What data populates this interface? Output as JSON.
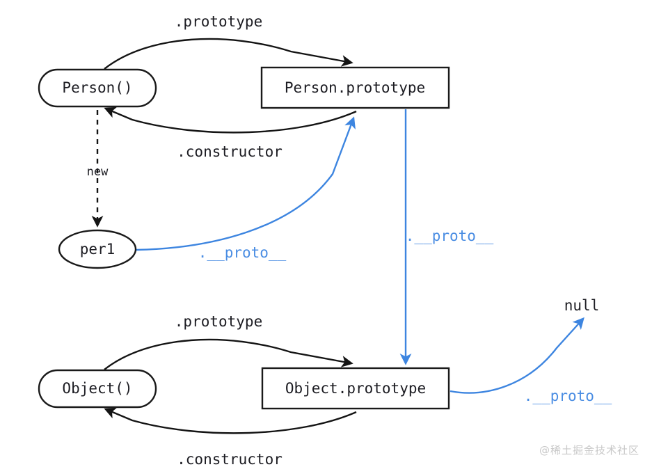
{
  "diagram": {
    "title": "JavaScript prototype chain diagram",
    "colors": {
      "stroke_black": "#141414",
      "stroke_blue": "#3d85e0",
      "text_blue": "#4a8de3",
      "text_dark": "#1c1c22",
      "background": "#ffffff",
      "watermark": "#c8c8c8"
    },
    "nodes": {
      "person_fn": {
        "label": "Person()",
        "shape": "rounded-rect"
      },
      "person_prototype": {
        "label": "Person.prototype",
        "shape": "rect"
      },
      "per1": {
        "label": "per1",
        "shape": "ellipse"
      },
      "object_fn": {
        "label": "Object()",
        "shape": "rounded-rect"
      },
      "object_prototype": {
        "label": "Object.prototype",
        "shape": "rect"
      },
      "null_terminal": {
        "label": "null",
        "shape": "text"
      }
    },
    "edges": {
      "person_prototype_label": ".prototype",
      "person_constructor_label": ".constructor",
      "new_label": "new",
      "per1_proto_label": ".__proto__",
      "person_proto_down_label": ".__proto__",
      "object_prototype_label": ".prototype",
      "object_constructor_label": ".constructor",
      "object_proto_null_label": ".__proto__"
    }
  },
  "watermark": {
    "text": "@稀土掘金技术社区"
  }
}
